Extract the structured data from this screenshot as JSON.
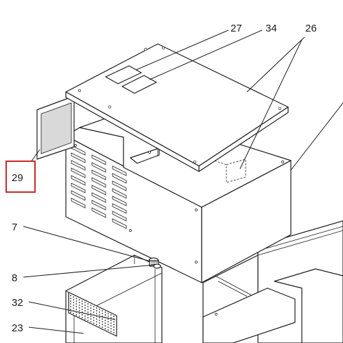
{
  "callouts": {
    "c27": "27",
    "c34": "34",
    "c26": "26",
    "c29": "29",
    "c7": "7",
    "c8": "8",
    "c32": "32",
    "c23": "23"
  },
  "highlight": {
    "color": "#c62828",
    "target": "29"
  }
}
